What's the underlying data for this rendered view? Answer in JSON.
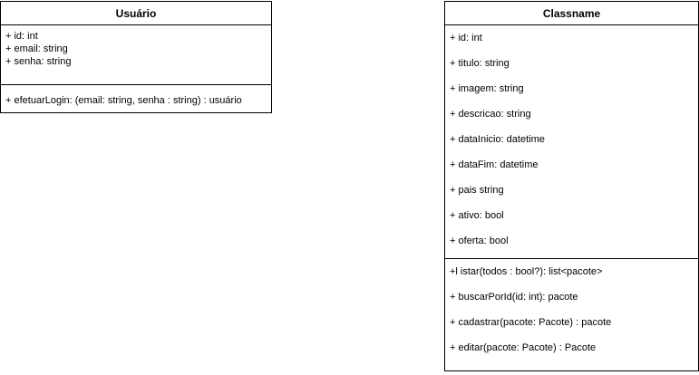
{
  "classes": {
    "usuario": {
      "name": "Usuário",
      "attributes": [
        "+ id: int",
        "+ email: string",
        "+ senha: string"
      ],
      "methods": [
        "+ efetuarLogin: (email: string, senha : string) : usuário"
      ]
    },
    "classname": {
      "name": "Classname",
      "attributes": [
        "+ id: int",
        "+ titulo: string",
        "+ imagem: string",
        "+ descricao: string",
        "+ dataInicio: datetime",
        "+ dataFim: datetime",
        "+ pais string",
        "+ ativo: bool",
        "+ oferta: bool"
      ],
      "methods": [
        "+l istar(todos : bool?): list<pacote>",
        "+ buscarPorId(id: int): pacote",
        "+ cadastrar(pacote: Pacote) : pacote",
        "+ editar(pacote: Pacote) : Pacote"
      ]
    }
  }
}
